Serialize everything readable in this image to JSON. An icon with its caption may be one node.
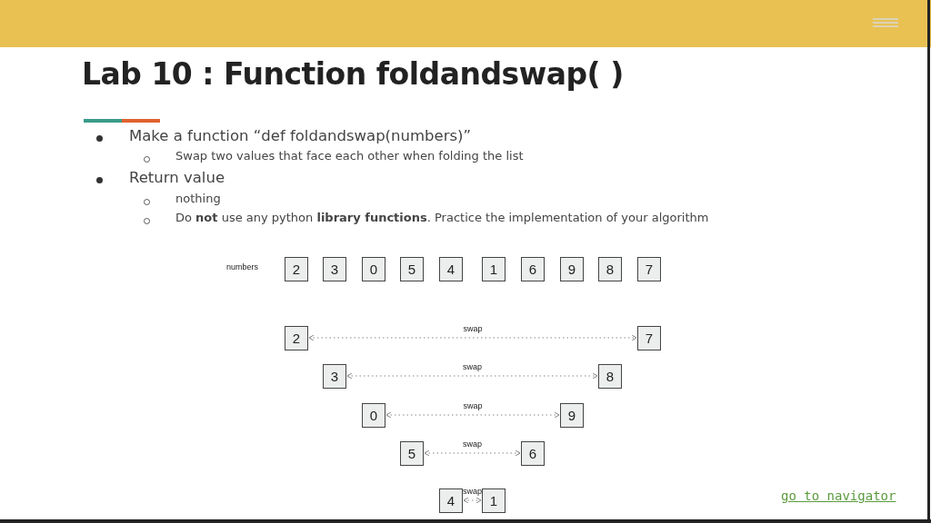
{
  "diagram": {
    "title": "Lab 10 : Function foldandswap( )",
    "nodes": [
      {
        "text": [
          "2"
        ]
      },
      {
        "text": [
          "3"
        ]
      },
      {
        "text": [
          "0"
        ]
      },
      {
        "text": [
          "5"
        ]
      },
      {
        "text": [
          "4"
        ]
      },
      {
        "text": [
          "1"
        ]
      },
      {
        "text": [
          "6"
        ]
      },
      {
        "text": [
          "9"
        ]
      },
      {
        "text": [
          "8"
        ]
      },
      {
        "text": [
          "7"
        ]
      },
      {
        "text": [
          "2"
        ]
      },
      {
        "text": [
          "7"
        ]
      },
      {
        "text": [
          "3"
        ]
      },
      {
        "text": [
          "8"
        ]
      },
      {
        "text": [
          "0"
        ]
      },
      {
        "text": [
          "9"
        ]
      },
      {
        "text": [
          "5"
        ]
      },
      {
        "text": [
          "6"
        ]
      },
      {
        "text": [
          "4"
        ]
      },
      {
        "text": [
          "1"
        ]
      }
    ],
    "edges": [
      {
        "from": 10,
        "to": 11,
        "arrow": "both",
        "style": "dashed",
        "label": "swap"
      },
      {
        "from": 12,
        "to": 13,
        "arrow": "both",
        "style": "dashed",
        "label": "swap"
      },
      {
        "from": 14,
        "to": 15,
        "arrow": "both",
        "style": "dashed",
        "label": "swap"
      },
      {
        "from": 16,
        "to": 17,
        "arrow": "both",
        "style": "dashed",
        "label": "swap"
      },
      {
        "from": 18,
        "to": 19,
        "arrow": "both",
        "style": "dashed",
        "label": "swap"
      }
    ],
    "labels": [
      "Make a function “def foldandswap(numbers)”",
      "Swap two values that face each other when folding the list",
      "Return value",
      "nothing",
      "Do **not** use any python **library functions**. Practice the implementation of your algorithm",
      "numbers",
      "go to navigator"
    ]
  }
}
